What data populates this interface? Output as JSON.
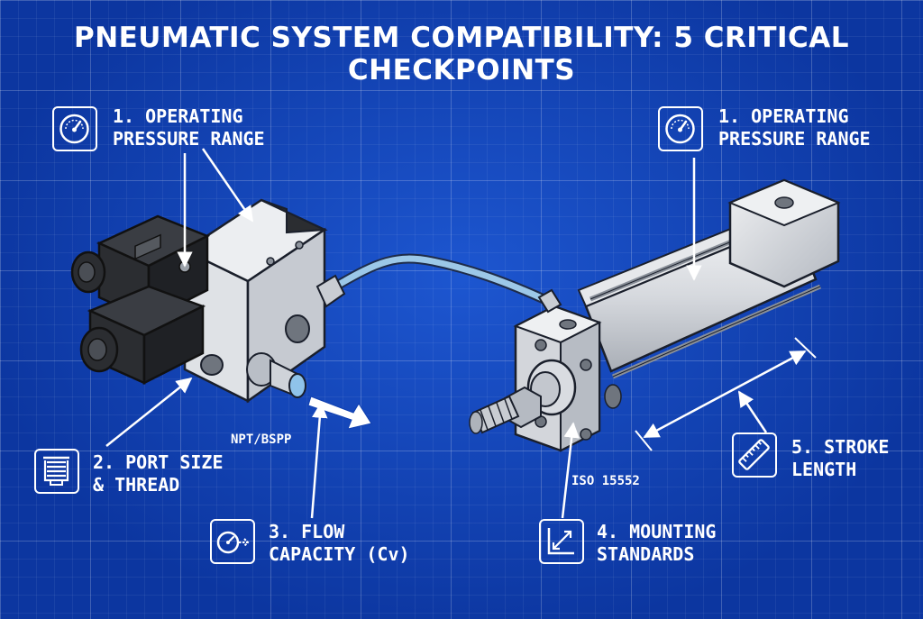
{
  "title": "PNEUMATIC SYSTEM COMPATIBILITY: 5 CRITICAL CHECKPOINTS",
  "checkpoints": {
    "pressure_left": {
      "line1": "1. OPERATING",
      "line2": "PRESSURE RANGE",
      "icon": "pressure-gauge-icon"
    },
    "pressure_right": {
      "line1": "1. OPERATING",
      "line2": "PRESSURE RANGE",
      "icon": "pressure-gauge-icon"
    },
    "port": {
      "line1": "2. PORT SIZE",
      "line2": "& THREAD",
      "icon": "thread-spring-icon"
    },
    "flow": {
      "line1": "3. FLOW",
      "line2": "CAPACITY (Cv)",
      "icon": "flow-meter-icon"
    },
    "mounting": {
      "line1": "4. MOUNTING",
      "line2": "STANDARDS",
      "icon": "mounting-square-icon"
    },
    "stroke": {
      "line1": "5. STROKE",
      "line2": "LENGTH",
      "icon": "ruler-icon"
    }
  },
  "annotations": {
    "thread_standard": "NPT/BSPP",
    "mount_standard": "ISO 15552"
  },
  "colors": {
    "background": "#0f3fb0",
    "grid": "#ffffff",
    "hose": "#9cc8e8",
    "metal": "#d9dde2",
    "solenoid": "#2b2d31"
  }
}
